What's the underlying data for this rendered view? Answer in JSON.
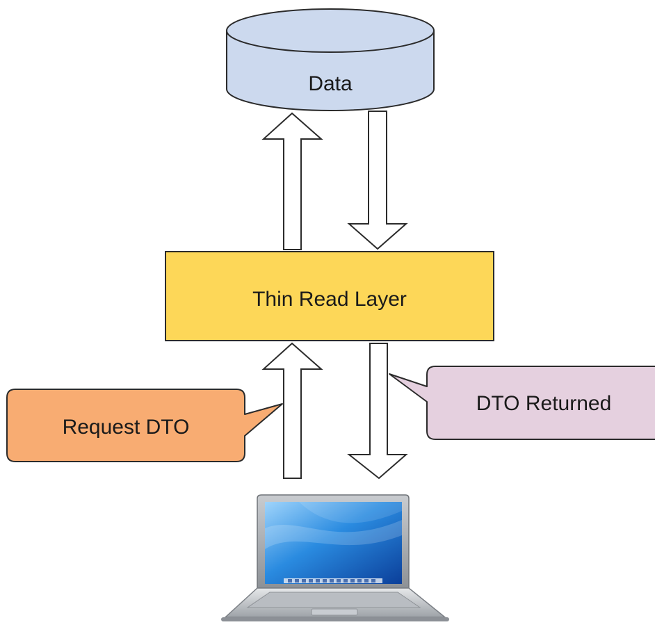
{
  "nodes": {
    "data_store": {
      "label": "Data"
    },
    "read_layer": {
      "label": "Thin Read Layer"
    },
    "request_callout": {
      "label": "Request DTO"
    },
    "response_callout": {
      "label": "DTO Returned"
    }
  },
  "colors": {
    "data_store_fill": "#ccd9ee",
    "read_layer_fill": "#fdd758",
    "request_fill": "#f8ac72",
    "response_fill": "#e5d0df",
    "stroke": "#2b2b2b",
    "arrow_fill": "#ffffff"
  },
  "icons": {
    "client": "laptop-icon"
  }
}
